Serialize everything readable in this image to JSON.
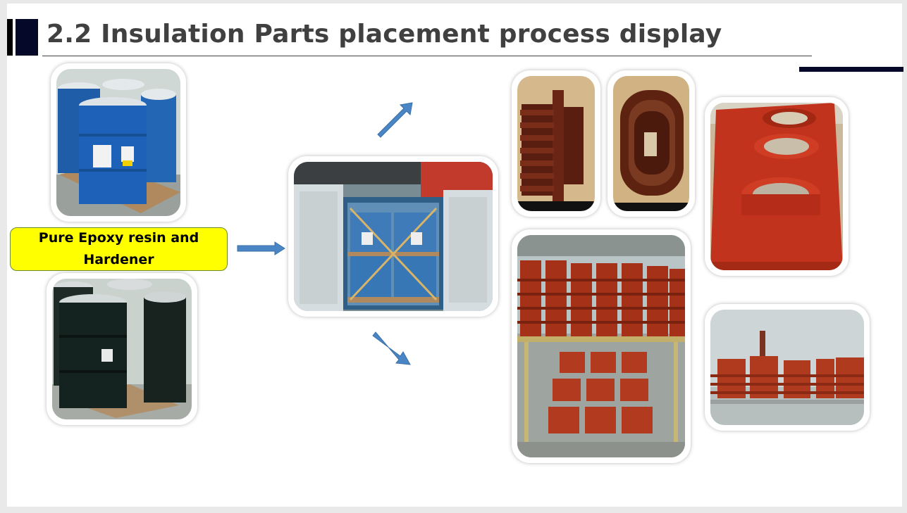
{
  "header": {
    "title": "2.2  Insulation Parts placement process display"
  },
  "materials": {
    "label": "Pure Epoxy resin and Hardener"
  },
  "colors": {
    "title_text": "#404040",
    "accent_bar": "#06082a",
    "label_fill": "#ffff00",
    "arrow_fill": "#4a86c5",
    "insulator_red": "#b83a22"
  },
  "images": [
    "blue-drums-photo",
    "black-drums-photo",
    "container-loading-photo",
    "bushing-side-photo",
    "bushing-top-photo",
    "triple-bushing-plate-photo",
    "insulator-rack-photo",
    "insulator-row-photo"
  ]
}
